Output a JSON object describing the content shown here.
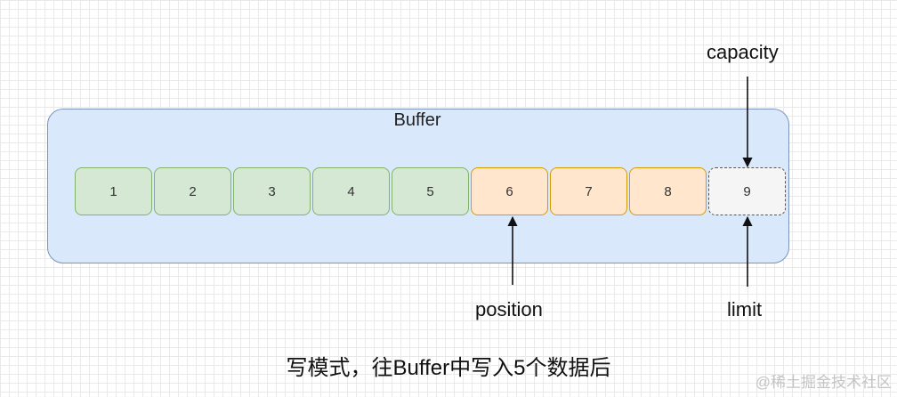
{
  "buffer": {
    "title": "Buffer",
    "cells": [
      {
        "label": "1",
        "state": "written"
      },
      {
        "label": "2",
        "state": "written"
      },
      {
        "label": "3",
        "state": "written"
      },
      {
        "label": "4",
        "state": "written"
      },
      {
        "label": "5",
        "state": "written"
      },
      {
        "label": "6",
        "state": "free"
      },
      {
        "label": "7",
        "state": "free"
      },
      {
        "label": "8",
        "state": "free"
      },
      {
        "label": "9",
        "state": "last"
      }
    ]
  },
  "pointers": {
    "capacity": "capacity",
    "position": "position",
    "limit": "limit"
  },
  "caption": "写模式，往Buffer中写入5个数据后",
  "watermark": "@稀土掘金技术社区",
  "colors": {
    "buffer_fill": "#dae8fc",
    "written_fill": "#d5e8d4",
    "free_fill": "#ffe6cc",
    "last_fill": "#f5f5f5"
  }
}
